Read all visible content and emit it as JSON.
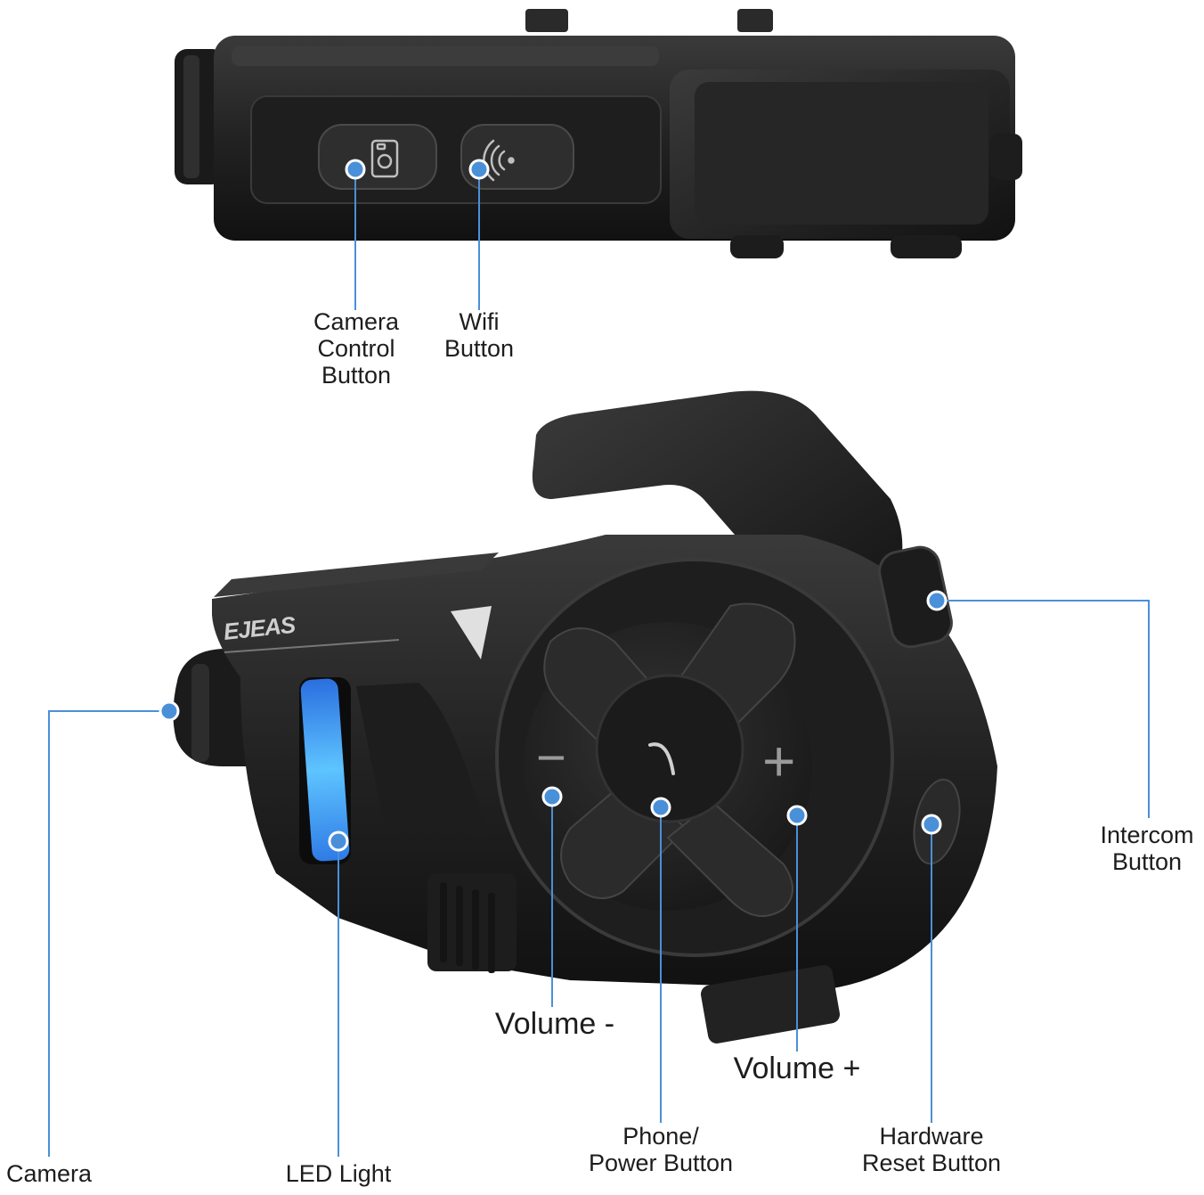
{
  "brand": {
    "logo_text": "EJEAS"
  },
  "colors": {
    "accent": "#4a90d9",
    "device_body": "#2a2a2a",
    "device_dark": "#141414",
    "led": "#3aa2ff",
    "line": "#4a90d9"
  },
  "top_view": {
    "labels": [
      {
        "id": "camera_control",
        "lines": [
          "Camera",
          "Control",
          "Button"
        ]
      },
      {
        "id": "wifi",
        "lines": [
          "Wifi",
          "Button"
        ]
      }
    ],
    "icons": [
      "camera-icon",
      "wifi-signal-icon"
    ]
  },
  "front_view": {
    "labels": [
      {
        "id": "camera",
        "lines": [
          "Camera"
        ]
      },
      {
        "id": "led_light",
        "lines": [
          "LED Light"
        ]
      },
      {
        "id": "volume_minus",
        "lines": [
          "Volume -"
        ]
      },
      {
        "id": "phone_power",
        "lines": [
          "Phone/",
          "Power Button"
        ]
      },
      {
        "id": "volume_plus",
        "lines": [
          "Volume +"
        ]
      },
      {
        "id": "hardware_reset",
        "lines": [
          "Hardware",
          "Reset Button"
        ]
      },
      {
        "id": "intercom",
        "lines": [
          "Intercom",
          "Button"
        ]
      }
    ],
    "button_glyphs": {
      "minus": "−",
      "plus": "+"
    }
  }
}
